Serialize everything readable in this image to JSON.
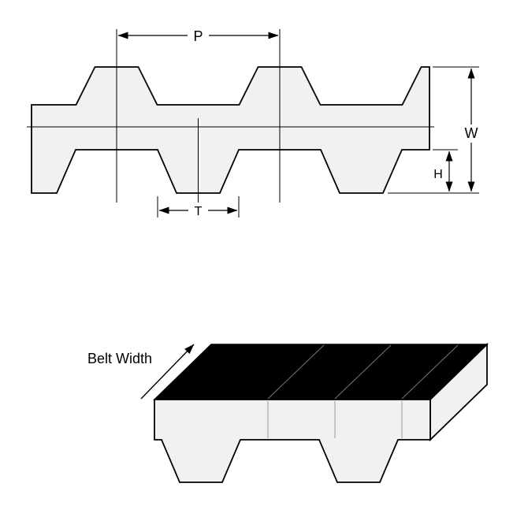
{
  "figure": {
    "labels": {
      "pitch": "P",
      "overall_thickness": "W",
      "tooth_height": "H",
      "tooth_width": "T",
      "belt_width": "Belt Width"
    },
    "colors": {
      "belt_fill": "#f1f1f1",
      "belt_back_top": "#000000",
      "outline": "#000000",
      "background": "#ffffff"
    }
  }
}
